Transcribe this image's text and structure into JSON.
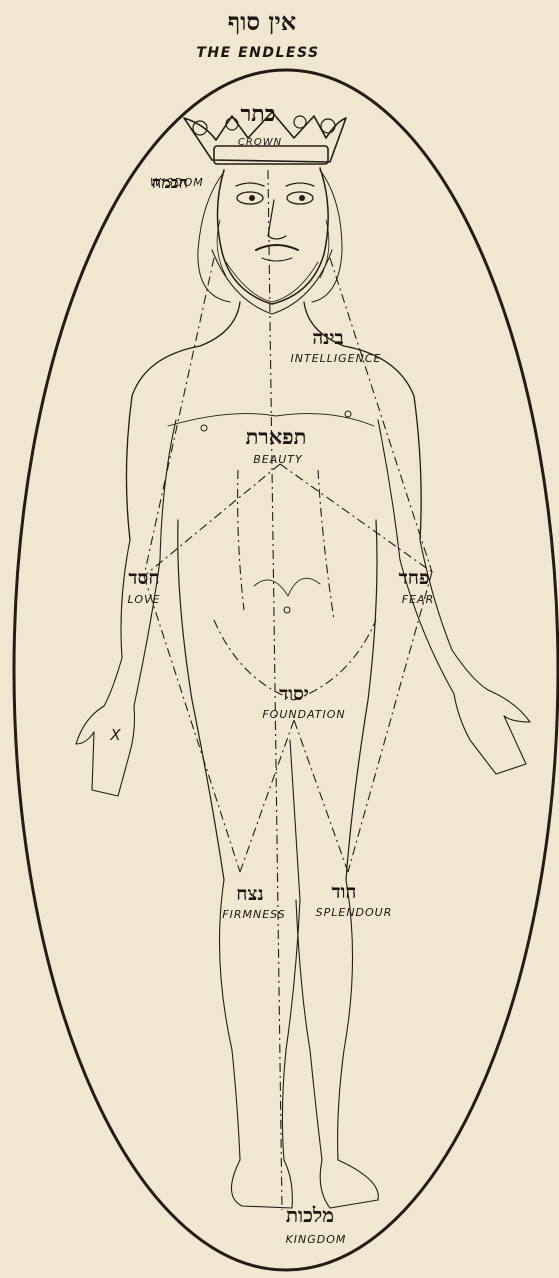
{
  "title": {
    "hebrew": "אין סוף",
    "english": "THE ENDLESS"
  },
  "sephiroth": {
    "keter": {
      "hebrew": "כתר",
      "english": "CROWN"
    },
    "chokhmah": {
      "hebrew": "חכמה",
      "english": "WISDOM"
    },
    "binah": {
      "hebrew": "בינה",
      "english": "INTELLIGENCE"
    },
    "tiferet": {
      "hebrew": "תפארת",
      "english": "BEAUTY"
    },
    "chesed": {
      "hebrew": "חסד",
      "english": "LOVE"
    },
    "pachad": {
      "hebrew": "פחד",
      "english": "FEAR"
    },
    "yesod": {
      "hebrew": "יסוד",
      "english": "FOUNDATION"
    },
    "netzach": {
      "hebrew": "נצח",
      "english": "FIRMNESS"
    },
    "hod": {
      "hebrew": "הוד",
      "english": "SPLENDOUR"
    },
    "malkhut": {
      "hebrew": "מלכות",
      "english": "KINGDOM"
    }
  },
  "palm_mark": "X",
  "colors": {
    "paper": "#f1e6cf",
    "ink": "#221d17"
  }
}
